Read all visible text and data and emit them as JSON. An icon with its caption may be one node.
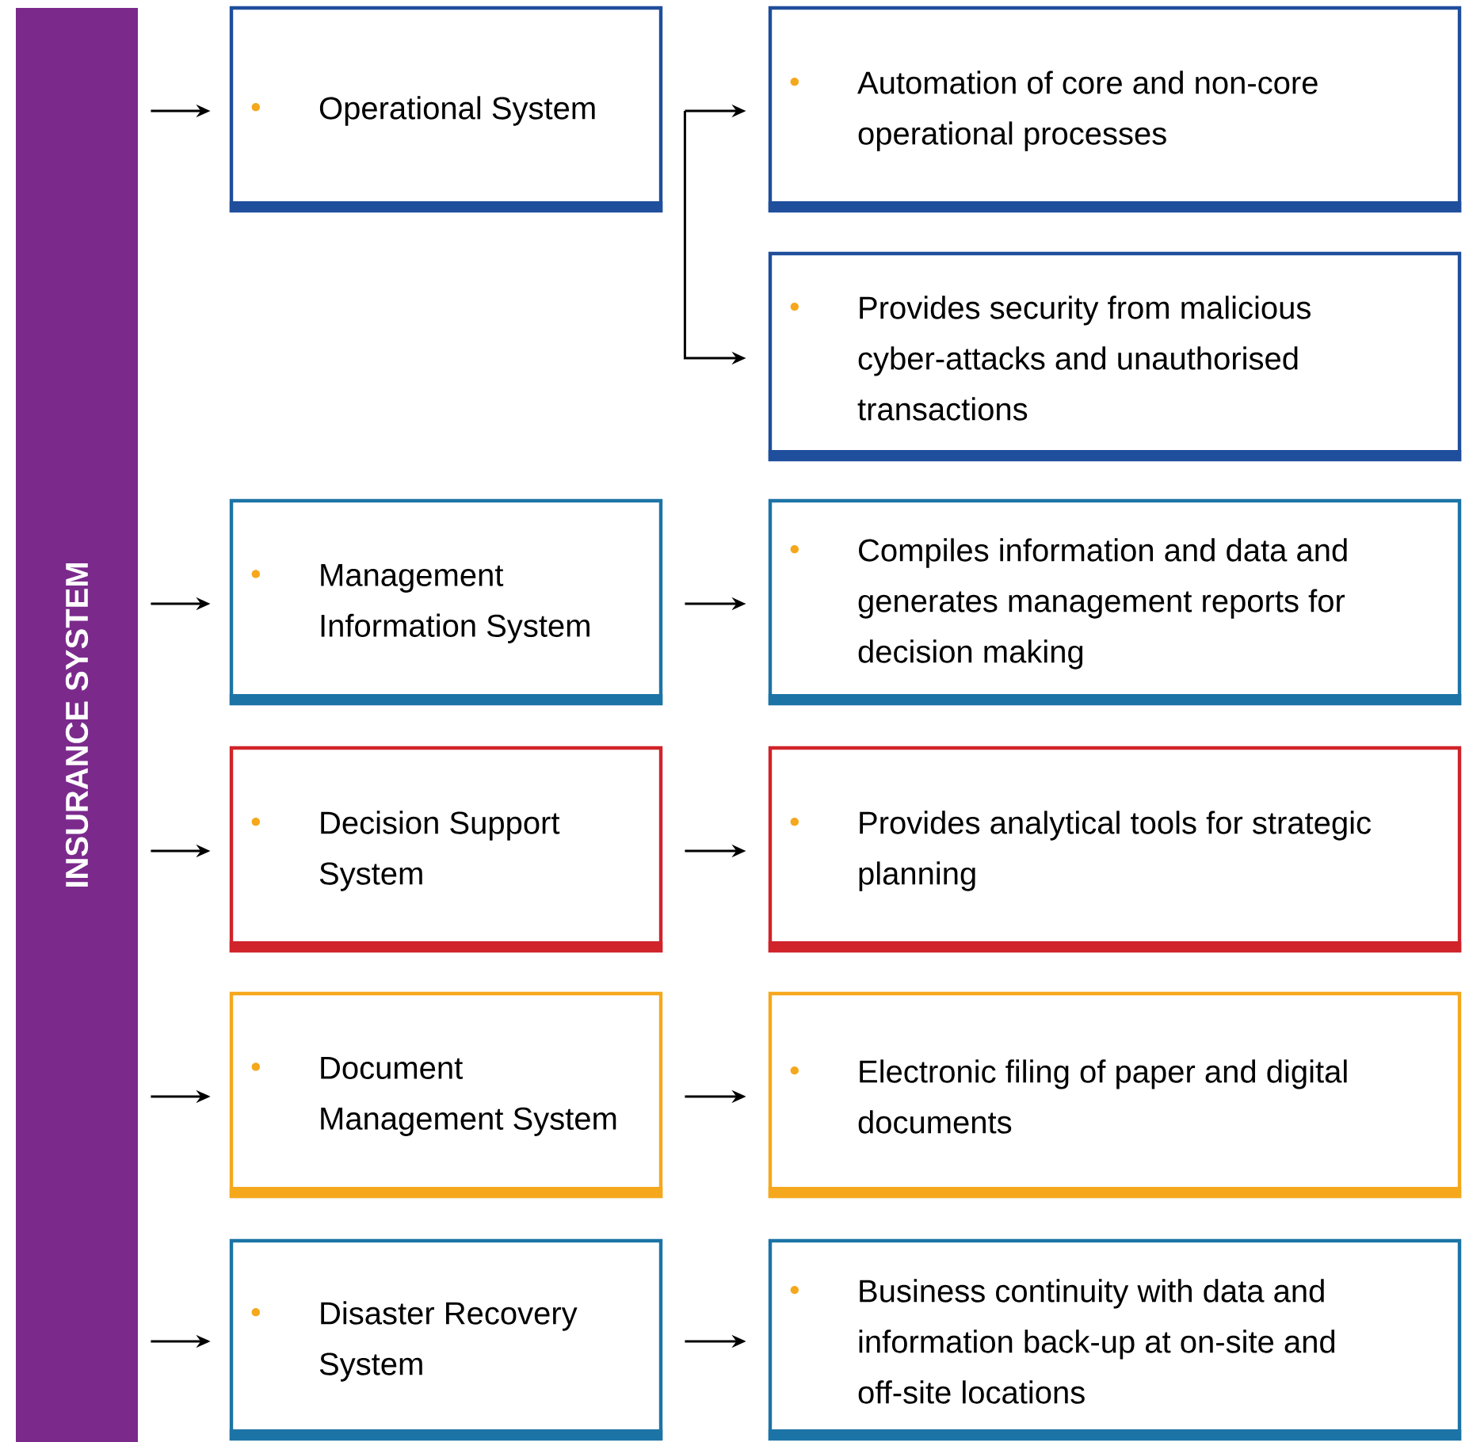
{
  "diagram": {
    "nodes": [
      {
        "text": [
          "INSURANCE SYSTEM"
        ]
      },
      {
        "text": [
          "Operational System"
        ]
      },
      {
        "text": [
          "Automation of core and non-core operational processes"
        ]
      },
      {
        "text": [
          "Provides security from malicious cyber-attacks and unauthorised transactions"
        ]
      },
      {
        "text": [
          "Management Information System"
        ]
      },
      {
        "text": [
          "Compiles information and data and generates management reports for decision making"
        ]
      },
      {
        "text": [
          "Decision Support System"
        ]
      },
      {
        "text": [
          "Provides analytical tools for strategic planning"
        ]
      },
      {
        "text": [
          "Document Management System"
        ]
      },
      {
        "text": [
          "Electronic filing of paper and digital documents"
        ]
      },
      {
        "text": [
          "Disaster Recovery System"
        ]
      },
      {
        "text": [
          "Business continuity with data and information back-up at on-site and off-site locations"
        ]
      }
    ],
    "edges": [
      {
        "from": 0,
        "to": 1,
        "arrow": "to"
      },
      {
        "from": 1,
        "to": 2,
        "arrow": "to"
      },
      {
        "from": 1,
        "to": 3,
        "arrow": "to"
      },
      {
        "from": 0,
        "to": 4,
        "arrow": "to"
      },
      {
        "from": 4,
        "to": 5,
        "arrow": "to"
      },
      {
        "from": 0,
        "to": 6,
        "arrow": "to"
      },
      {
        "from": 6,
        "to": 7,
        "arrow": "to"
      },
      {
        "from": 0,
        "to": 8,
        "arrow": "to"
      },
      {
        "from": 8,
        "to": 9,
        "arrow": "to"
      },
      {
        "from": 0,
        "to": 10,
        "arrow": "to"
      },
      {
        "from": 10,
        "to": 11,
        "arrow": "to"
      }
    ]
  }
}
